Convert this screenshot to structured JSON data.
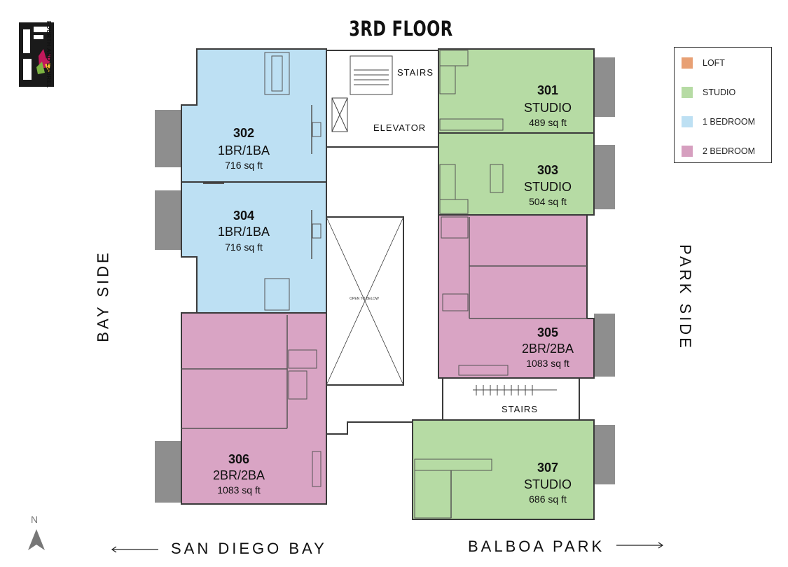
{
  "title": "3RD FLOOR",
  "logo_text": "FOURTH AND LAUREL",
  "legend": [
    {
      "label": "LOFT",
      "color": "#e8a074"
    },
    {
      "label": "STUDIO",
      "color": "#b6dba4"
    },
    {
      "label": "1 BEDROOM",
      "color": "#bde0f3"
    },
    {
      "label": "2 BEDROOM",
      "color": "#d69fbf"
    }
  ],
  "colors": {
    "studio": "#b6dba4",
    "one_bed": "#bde0f3",
    "two_bed": "#d9a4c4",
    "balcony": "#8e8e8e",
    "wall": "#3a3a3a"
  },
  "units": {
    "u301": {
      "number": "301",
      "type": "STUDIO",
      "area": "489 sq ft"
    },
    "u302": {
      "number": "302",
      "type": "1BR/1BA",
      "area": "716 sq ft"
    },
    "u303": {
      "number": "303",
      "type": "STUDIO",
      "area": "504 sq ft"
    },
    "u304": {
      "number": "304",
      "type": "1BR/1BA",
      "area": "716 sq ft"
    },
    "u305": {
      "number": "305",
      "type": "2BR/2BA",
      "area": "1083 sq ft"
    },
    "u306": {
      "number": "306",
      "type": "2BR/2BA",
      "area": "1083 sq ft"
    },
    "u307": {
      "number": "307",
      "type": "STUDIO",
      "area": "686 sq ft"
    }
  },
  "labels": {
    "stairs_top": "STAIRS",
    "elevator": "ELEVATOR",
    "stairs_bottom": "STAIRS",
    "open_to_below": "OPEN TO BELOW"
  },
  "sides": {
    "left": "BAY SIDE",
    "right": "PARK SIDE"
  },
  "bottom": {
    "left": "SAN DIEGO BAY",
    "right": "BALBOA PARK"
  },
  "compass": "N"
}
